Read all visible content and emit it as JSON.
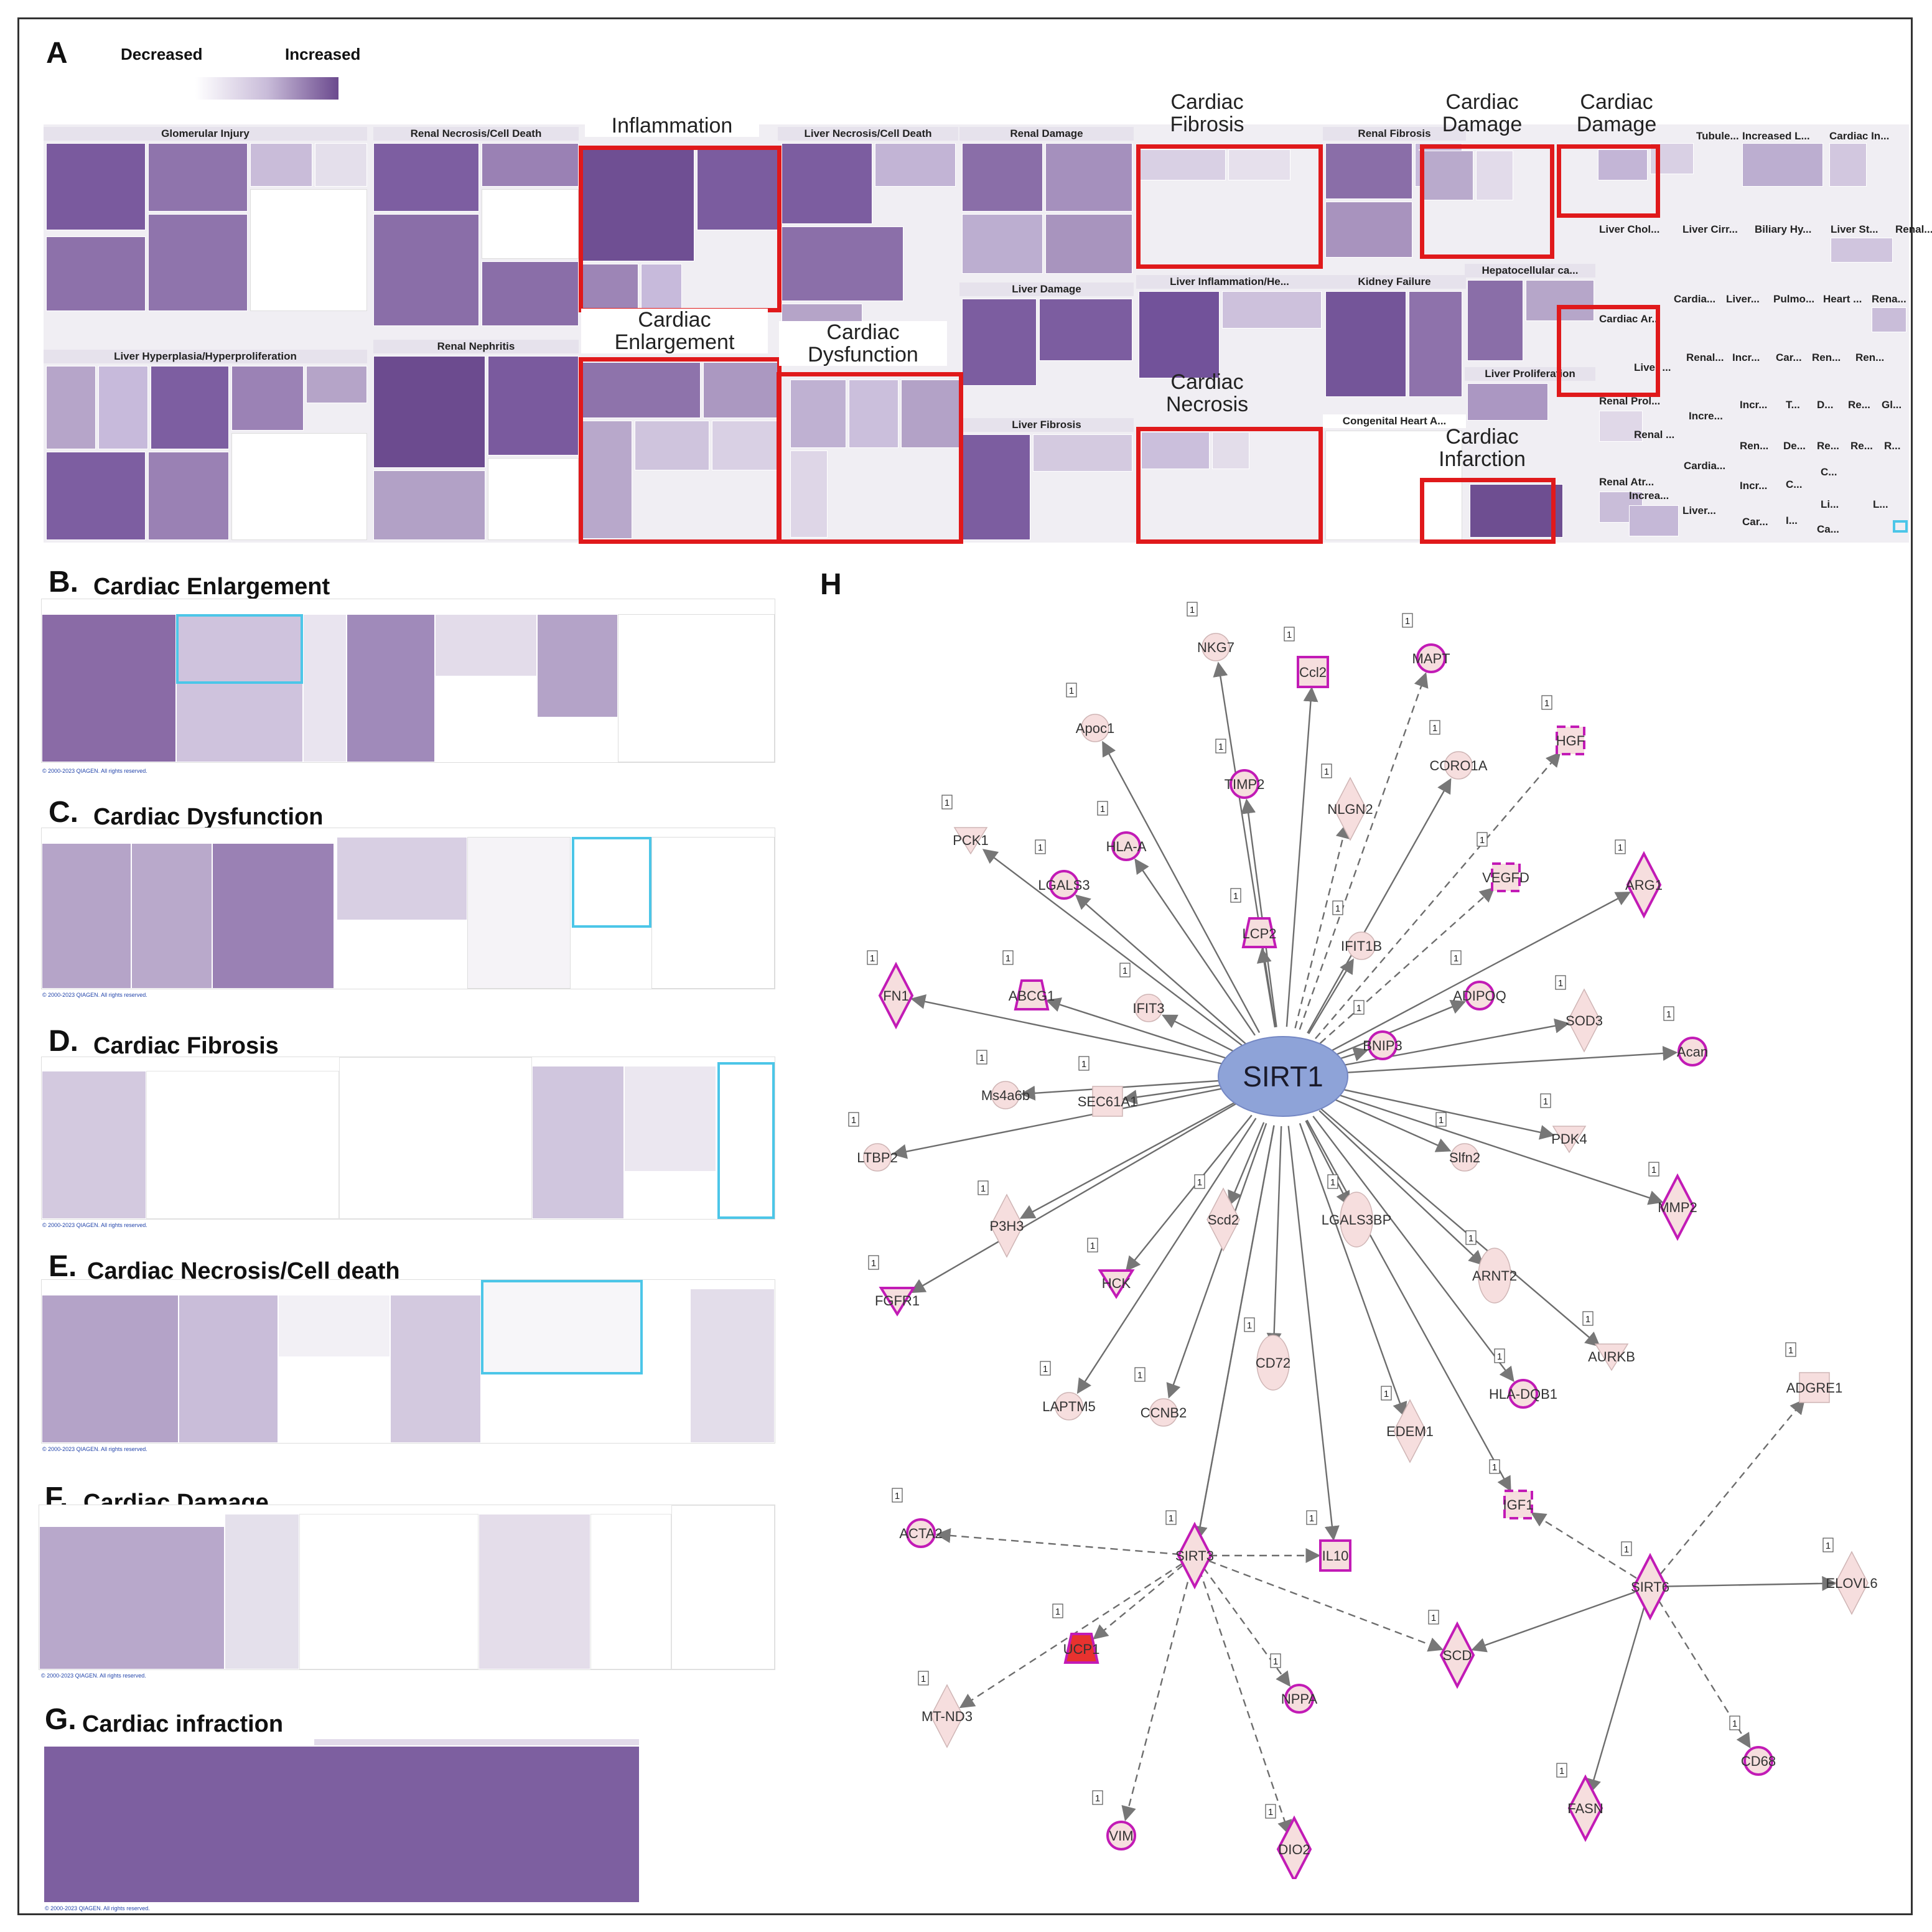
{
  "panels": {
    "A": "A",
    "B": "B.",
    "C": "C.",
    "D": "D.",
    "E": "E.",
    "F": "F.",
    "G": "G.",
    "H": "H"
  },
  "legend": {
    "decreased": "Decreased",
    "increased": "Increased"
  },
  "treemap_titles": {
    "glomerular": "Glomerular Injury",
    "liver_hyper": "Liver Hyperplasia/Hyperproliferation",
    "renal_necrosis": "Renal Necrosis/Cell Death",
    "renal_nephritis": "Renal Nephritis",
    "liver_necrosis": "Liver Necrosis/Cell Death",
    "renal_damage": "Renal Damage",
    "liver_damage": "Liver Damage",
    "liver_fibrosis": "Liver Fibrosis",
    "liver_inflam": "Liver Inflammation/He...",
    "renal_fibrosis": "Renal Fibrosis",
    "kidney_failure": "Kidney Failure",
    "congenital": "Congenital Heart A...",
    "hepatocellular": "Hepatocellular ca...",
    "liver_prolif": "Liver Proliferation",
    "liver_chol": "Liver Chol...",
    "cardiac_ar": "Cardiac Ar...",
    "renal_prol": "Renal Prol...",
    "renal_atr": "Renal Atr...",
    "tubule": "Tubule...",
    "increased_l": "Increased L...",
    "cardiac_in": "Cardiac In...",
    "liver_cirr": "Liver Cirr...",
    "biliary": "Biliary Hy...",
    "liver_st": "Liver St...",
    "renal_dots": "Renal...",
    "cardia1": "Cardia...",
    "liver1": "Liver...",
    "pulmo": "Pulmo...",
    "heart": "Heart ...",
    "rena": "Rena...",
    "liver2": "Liver ...",
    "renal2": "Renal...",
    "incr1": "Incr...",
    "car1": "Car...",
    "ren1": "Ren...",
    "ren2": "Ren...",
    "incr2": "Incr...",
    "t1": "T...",
    "d1": "D...",
    "re1": "Re...",
    "gl": "Gl...",
    "renal3": "Renal ...",
    "incre": "Incre...",
    "ren3": "Ren...",
    "de": "De...",
    "re2": "Re...",
    "re3": "Re...",
    "r": "R...",
    "cardia2": "Cardia...",
    "increa": "Increa...",
    "incr3": "Incr...",
    "c1": "C...",
    "c2": "C...",
    "liver3": "Liver...",
    "li": "Li...",
    "l": "L...",
    "car2": "Car...",
    "i": "I...",
    "ca": "Ca..."
  },
  "highlights": {
    "inflammation": "Inflammation",
    "cardiac_enlargement": "Cardiac Enlargement",
    "cardiac_dysfunction": "Cardiac Dysfunction",
    "cardiac_fibrosis": "Cardiac Fibrosis",
    "cardiac_necrosis": "Cardiac Necrosis",
    "cardiac_damage_1": "Cardiac Damage",
    "cardiac_damage_2": "Cardiac Damage",
    "cardiac_infarction": "Cardiac Infarction"
  },
  "panel_titles": {
    "B": "Cardiac Enlargement",
    "C": "Cardiac Dysfunction",
    "D": "Cardiac Fibrosis",
    "E": "Cardiac Necrosis/Cell death",
    "F": "Cardiac Damage",
    "G": "Cardiac infraction"
  },
  "copyright": "© 2000-2023 QIAGEN. All rights reserved.",
  "network": {
    "hub": "SIRT1",
    "nodes": {
      "NKG7": "NKG7",
      "Ccl2": "Ccl2",
      "MAPT": "MAPT",
      "Apoc1": "Apoc1",
      "HGF": "HGF",
      "CORO1A": "CORO1A",
      "TIMP2": "TIMP2",
      "NLGN2": "NLGN2",
      "PCK1": "PCK1",
      "HLAA": "HLA-A",
      "LGALS3": "LGALS3",
      "VEGFD": "VEGFD",
      "ARG1": "ARG1",
      "LCP2": "LCP2",
      "IFIT1B": "IFIT1B",
      "FN1": "FN1",
      "ABCG1": "ABCG1",
      "IFIT3": "IFIT3",
      "ADIPOQ": "ADIPOQ",
      "SOD3": "SOD3",
      "BNIP3": "BNIP3",
      "Acan": "Acan",
      "Ms4a6b": "Ms4a6b",
      "SEC61A1": "SEC61A1",
      "PDK4": "PDK4",
      "LTBP2": "LTBP2",
      "Slfn2": "Slfn2",
      "MMP2": "MMP2",
      "P3H3": "P3H3",
      "Scd2": "Scd2",
      "LGALS3BP": "LGALS3BP",
      "ARNT2": "ARNT2",
      "FGFR1": "FGFR1",
      "HCK": "HCK",
      "AURKB": "AURKB",
      "CD72": "CD72",
      "LAPTM5": "LAPTM5",
      "CCNB2": "CCNB2",
      "EDEM1": "EDEM1",
      "HLADQB1": "HLA-DQB1",
      "ADGRE1": "ADGRE1",
      "IGF1": "IGF1",
      "ACTA2": "ACTA2",
      "SIRT3": "SIRT3",
      "IL10": "IL10",
      "SIRT6": "SIRT6",
      "ELOVL6": "ELOVL6",
      "UCP1": "UCP1",
      "SCD": "SCD",
      "MTND3": "MT-ND3",
      "NPPA": "NPPA",
      "CD68": "CD68",
      "VIM": "VIM",
      "DIO2": "DIO2",
      "FASN": "FASN"
    },
    "badge": "1"
  },
  "colors": {
    "purple_dark": "#6b4a8e",
    "highlight_red": "#e0191b",
    "cyan": "#4cc6e8",
    "node_fill": "#f6dede",
    "node_outline": "#c21bb6",
    "hub_fill": "#8ea3d8",
    "ucp1_fill": "#e8322f"
  }
}
